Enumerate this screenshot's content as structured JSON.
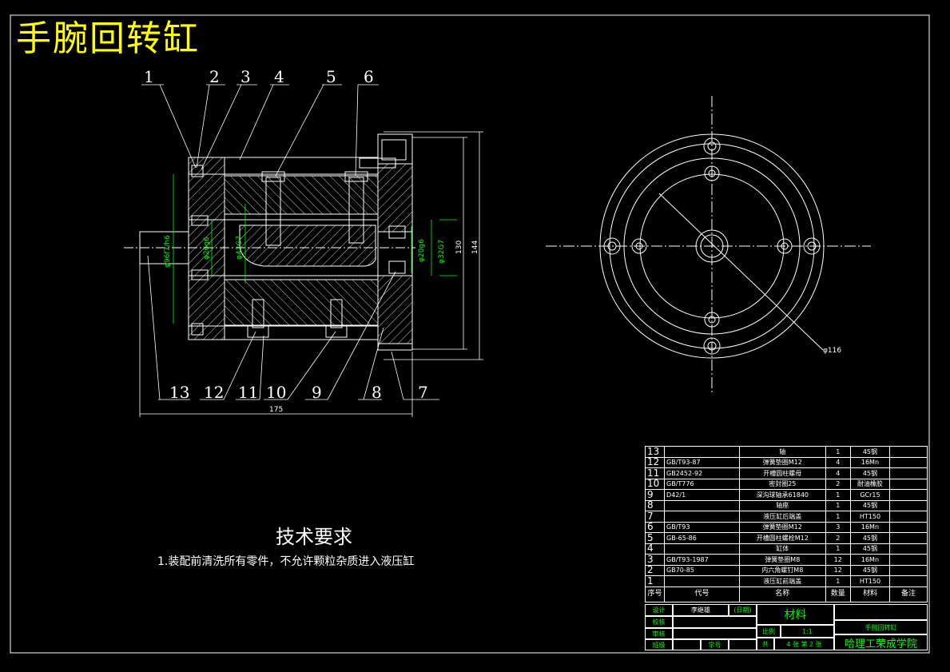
{
  "title": "手腕回转缸",
  "tech_req": {
    "heading": "技术要求",
    "note": "1.装配前清洗所有零件，不允许颗粒杂质进入液压缸"
  },
  "callouts_top": [
    "1",
    "2",
    "3",
    "4",
    "5",
    "6"
  ],
  "callouts_bottom": [
    "13",
    "12",
    "11",
    "10",
    "9",
    "8",
    "7"
  ],
  "dimensions": {
    "left_dia": "φ96f7/h6",
    "d26": "φ26g6",
    "d42": "φ42G7",
    "d20": "φ20g6",
    "d32": "φ32G7",
    "h130": "130",
    "h144": "144",
    "w175": "175",
    "d116": "φ116"
  },
  "bom": [
    {
      "no": "13",
      "code": "",
      "name": "轴",
      "qty": "1",
      "mat": "45钢",
      "rem": ""
    },
    {
      "no": "12",
      "code": "GB/T93-87",
      "name": "弹簧垫圈M12",
      "qty": "4",
      "mat": "16Mn",
      "rem": ""
    },
    {
      "no": "11",
      "code": "GB2452-92",
      "name": "开槽圆柱螺母",
      "qty": "4",
      "mat": "45钢",
      "rem": ""
    },
    {
      "no": "10",
      "code": "GB/T776",
      "name": "密封圈25",
      "qty": "2",
      "mat": "耐油橡胶",
      "rem": ""
    },
    {
      "no": "9",
      "code": "D42/1",
      "name": "深沟球轴承61840",
      "qty": "1",
      "mat": "GCr15",
      "rem": ""
    },
    {
      "no": "8",
      "code": "",
      "name": "轴座",
      "qty": "1",
      "mat": "45钢",
      "rem": ""
    },
    {
      "no": "7",
      "code": "",
      "name": "液压缸后端盖",
      "qty": "1",
      "mat": "HT150",
      "rem": ""
    },
    {
      "no": "6",
      "code": "GB/T93",
      "name": "弹簧垫圈M12",
      "qty": "3",
      "mat": "16Mn",
      "rem": ""
    },
    {
      "no": "5",
      "code": "GB-65-86",
      "name": "开槽圆柱螺栓M12",
      "qty": "2",
      "mat": "45钢",
      "rem": ""
    },
    {
      "no": "4",
      "code": "",
      "name": "缸体",
      "qty": "1",
      "mat": "45钢",
      "rem": ""
    },
    {
      "no": "3",
      "code": "GB/T93-1987",
      "name": "弹簧垫圈M8",
      "qty": "12",
      "mat": "16Mn",
      "rem": ""
    },
    {
      "no": "2",
      "code": "GB70-85",
      "name": "内六角螺钉M8",
      "qty": "12",
      "mat": "45钢",
      "rem": ""
    },
    {
      "no": "1",
      "code": "",
      "name": "液压缸前端盖",
      "qty": "1",
      "mat": "HT150",
      "rem": ""
    }
  ],
  "bom_header": {
    "no": "序号",
    "code": "代号",
    "name": "名称",
    "qty": "数量",
    "mat": "材料",
    "rem": "备注"
  },
  "title_block": {
    "design": "设计",
    "designer": "李继雄",
    "date": "(日期)",
    "check": "校核",
    "review": "审核",
    "class": "班级",
    "student_no": "学号",
    "material": "材料",
    "scale_label": "比例",
    "scale": "1:1",
    "sheet_total": "共",
    "sheet_info": "4 张  第 2 张",
    "part_name": "手腕回转缸",
    "school": "哈理工荣成学院"
  }
}
